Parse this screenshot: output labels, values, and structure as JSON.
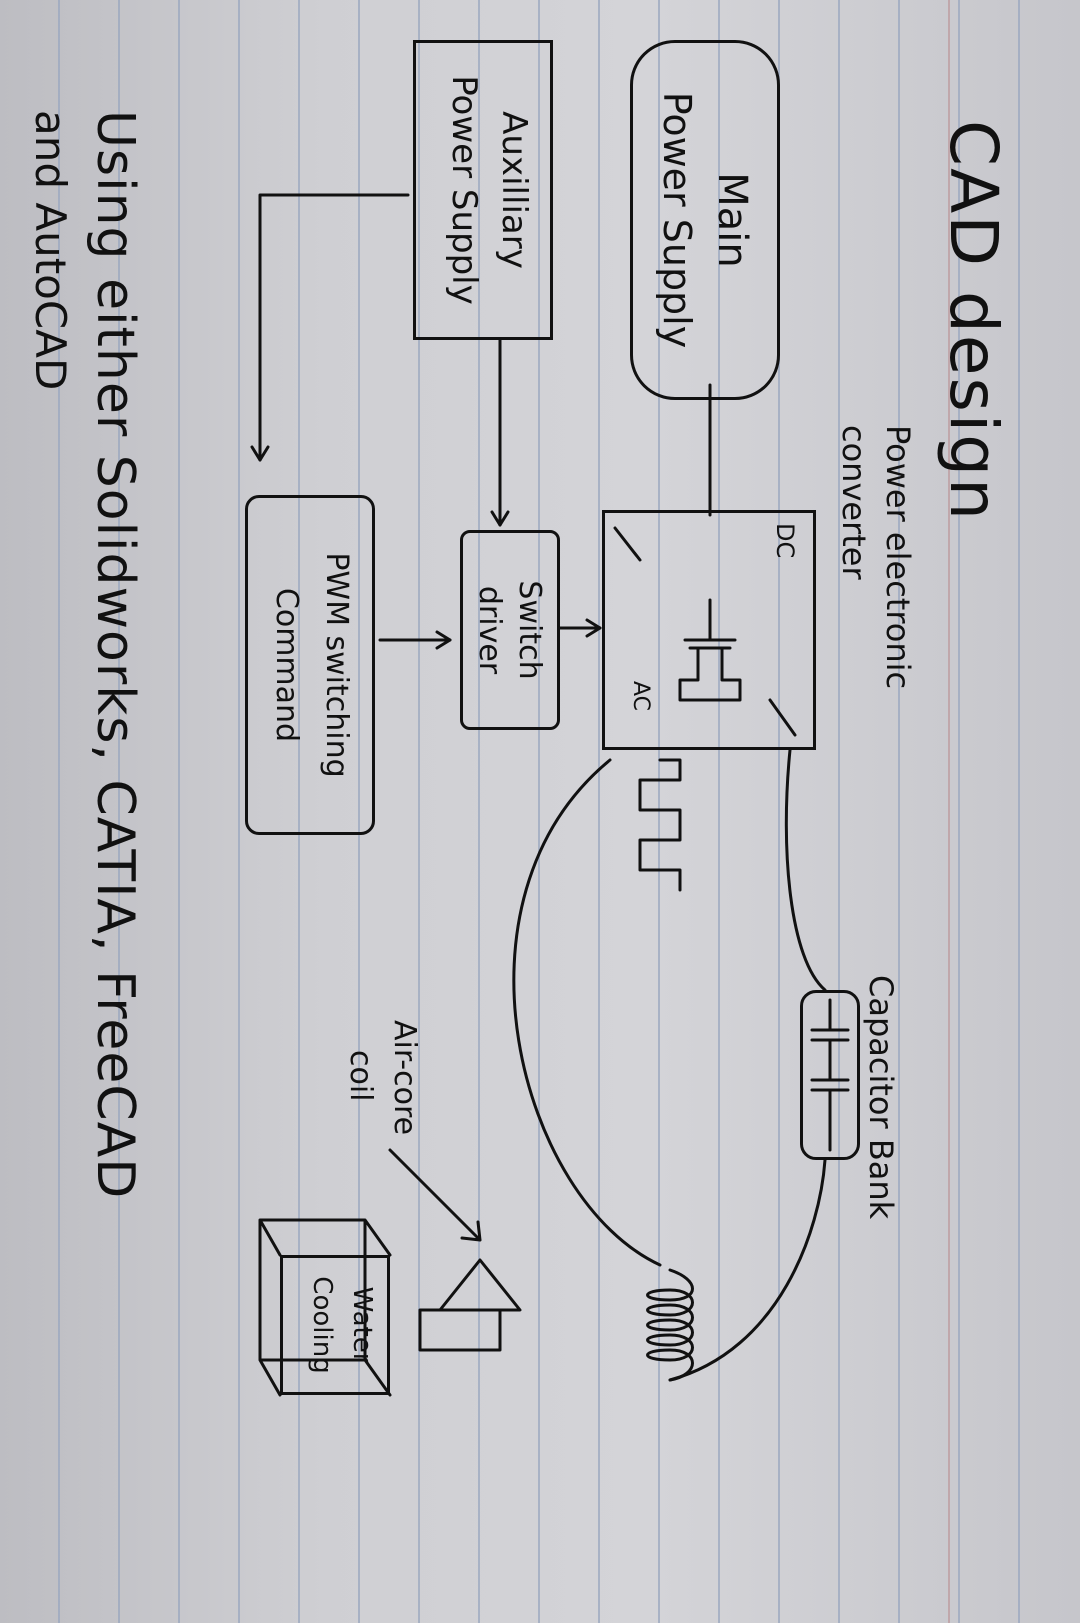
{
  "title": "CAD design",
  "blocks": {
    "main_power": {
      "line1": "Main",
      "line2": "Power Supply"
    },
    "aux_power": {
      "line1": "Auxilliary",
      "line2": "Power Supply"
    },
    "converter": {
      "label": "Power electronic converter",
      "dc": "DC",
      "ac": "AC"
    },
    "switch_driver": {
      "line1": "Switch",
      "line2": "driver"
    },
    "pwm": {
      "line1": "PWM switching",
      "line2": "Command"
    },
    "capacitor": {
      "label": "Capacitor Bank"
    },
    "coil": {
      "label_line1": "Air-core",
      "label_line2": "coil"
    },
    "water": {
      "line1": "Water",
      "line2": "Cooling"
    }
  },
  "footer": {
    "line1": "Using either Solidworks, CATIA, FreeCAD",
    "line2": "and AutoCAD"
  },
  "colors": {
    "paper": "#d2d2d6",
    "ink": "#111111",
    "rule": "#9aa7bf"
  }
}
